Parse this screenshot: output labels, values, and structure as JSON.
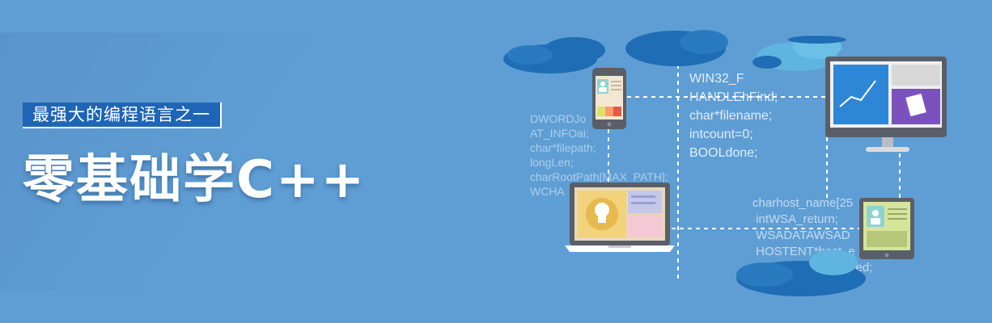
{
  "banner": {
    "tagline": "最强大的编程语言之一",
    "title": "零基础学C++"
  },
  "code_snippets": {
    "left": "DWORDJo\nAT_INFOai;\nchar*filepath;\nlongLen;\ncharRootPath[MAX_PATH];\nWCHA",
    "center": "WIN32_F\nHANDLEhFind;\nchar*filename;\nintcount=0;\nBOOLdone;",
    "right": "charhost_name[25\n intWSA_return;\n WSADATAWSAD\n HOSTENT*host_e\n WO        nRequested;"
  },
  "colors": {
    "background": "#5f9ed4",
    "tag_background": "#1f65b6",
    "cloud_dark": "#1f6db4",
    "cloud_light": "#5fb5e0",
    "device_body": "#5a5f67",
    "bulb_panel": "#f2d27a",
    "tile_blue": "#2e86d6",
    "tile_purple": "#7b52bd"
  },
  "icons": {
    "phone": "phone-icon",
    "laptop": "laptop-icon",
    "monitor": "monitor-icon",
    "tablet": "tablet-icon",
    "bulb": "lightbulb-icon",
    "cloud": "cloud-icon"
  }
}
